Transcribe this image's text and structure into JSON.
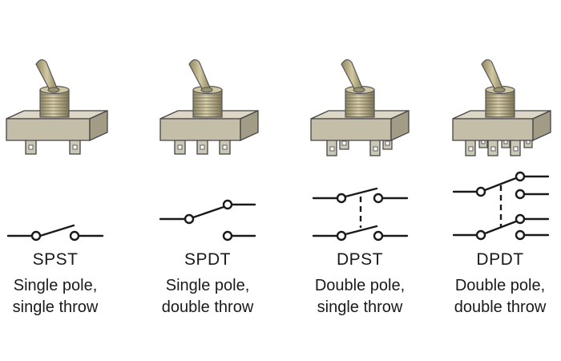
{
  "switches": [
    {
      "code": "SPST",
      "line1": "Single pole,",
      "line2": "single throw"
    },
    {
      "code": "SPDT",
      "line1": "Single pole,",
      "line2": "double throw"
    },
    {
      "code": "DPST",
      "line1": "Double pole,",
      "line2": "single throw"
    },
    {
      "code": "DPDT",
      "line1": "Double pole,",
      "line2": "double throw"
    }
  ],
  "colors": {
    "housing_top": "#dcd7c6",
    "housing_front": "#c4bea9",
    "housing_side": "#a29c86",
    "bushing": "#bfb593",
    "lever": "#b7ad86",
    "terminal": "#ccc8b8",
    "schematic": "#1a1a1a"
  }
}
